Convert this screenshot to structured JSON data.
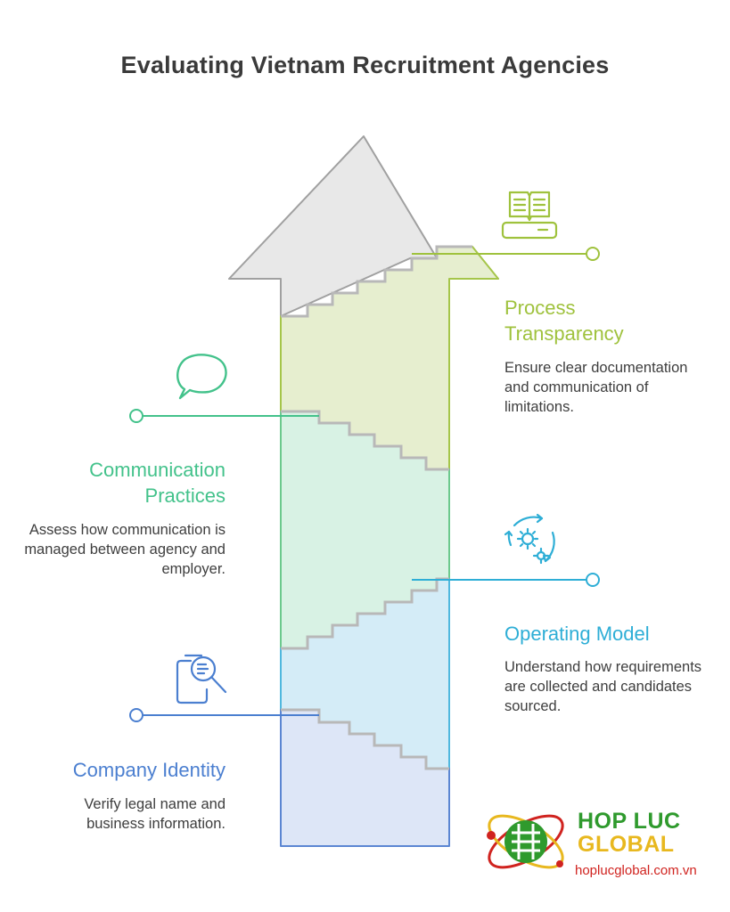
{
  "title": "Evaluating Vietnam Recruitment Agencies",
  "steps": [
    {
      "heading": "Process Transparency",
      "description": "Ensure clear documentation and communication of limitations.",
      "color": "#9fc23d",
      "icon": "open-book-on-tablet-icon"
    },
    {
      "heading": "Communication Practices",
      "description": "Assess how communication is managed between agency and employer.",
      "color": "#43c28b",
      "icon": "speech-bubble-icon"
    },
    {
      "heading": "Operating Model",
      "description": "Understand how requirements are collected and candidates sourced.",
      "color": "#2eaed6",
      "icon": "gears-cycle-icon"
    },
    {
      "heading": "Company Identity",
      "description": "Verify legal name and business information.",
      "color": "#4b7fd0",
      "icon": "document-magnifier-icon"
    }
  ],
  "logo": {
    "line1": "HOP LUC",
    "line2": "GLOBAL",
    "url": "hoplucglobal.com.vn",
    "green": "#2f9a2d",
    "gold": "#e8b81f",
    "red": "#d0231f"
  }
}
